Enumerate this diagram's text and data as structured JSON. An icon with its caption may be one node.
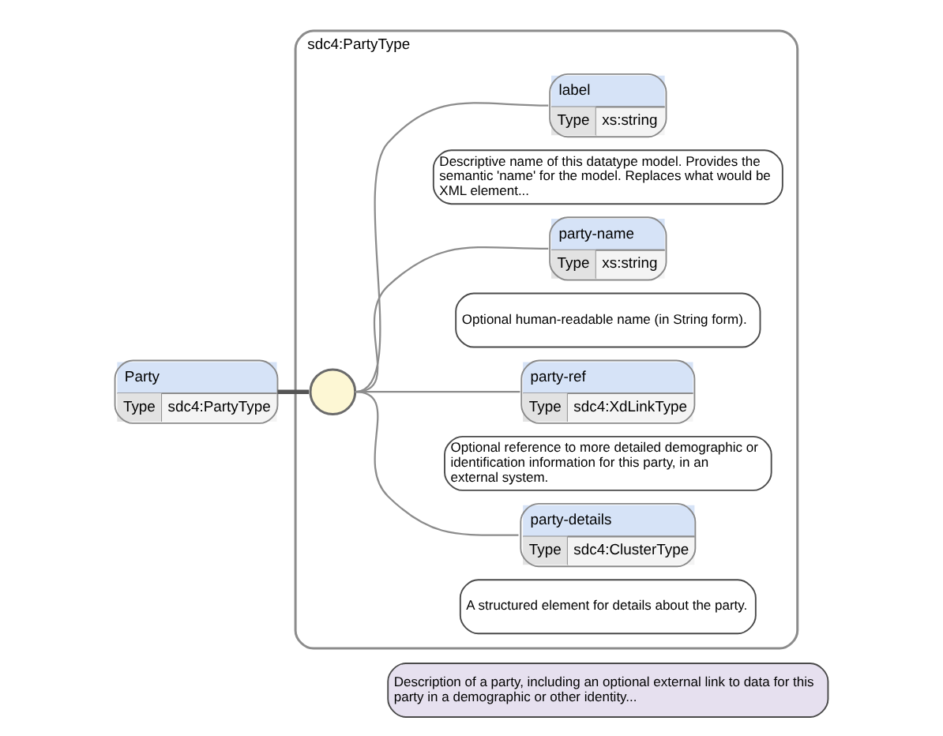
{
  "diagram": {
    "nodes": [
      {
        "text": [
          "Party",
          "Type",
          "sdc4:PartyType"
        ]
      },
      {
        "text": [
          "sdc4:PartyType"
        ]
      },
      {
        "text": [],
        "shape": "circle",
        "in": 1
      },
      {
        "text": [
          "label",
          "Type",
          "xs:string"
        ],
        "in": 1
      },
      {
        "text": [
          "Descriptive name of this datatype model. Provides the semantic 'name' for the model. Replaces what would be XML element..."
        ],
        "in": 1
      },
      {
        "text": [
          "party-name",
          "Type",
          "xs:string"
        ],
        "in": 1
      },
      {
        "text": [
          "Optional human-readable name (in String form)."
        ],
        "in": 1
      },
      {
        "text": [
          "party-ref",
          "Type",
          "sdc4:XdLinkType"
        ],
        "in": 1
      },
      {
        "text": [
          "Optional reference to more detailed demographic or identification information for this party, in an external system."
        ],
        "in": 1
      },
      {
        "text": [
          "party-details",
          "Type",
          "sdc4:ClusterType"
        ],
        "in": 1
      },
      {
        "text": [
          "A structured element for details about the party."
        ],
        "in": 1
      },
      {
        "text": [
          "Description of a party, including an optional external link to data for this party in a demographic or other identity..."
        ]
      }
    ],
    "edges": [
      {
        "from": 0,
        "to": 2,
        "arrow": "none",
        "style": "thick",
        "color": "#555555"
      },
      {
        "from": 2,
        "to": 3,
        "arrow": "none"
      },
      {
        "from": 2,
        "to": 5,
        "arrow": "none"
      },
      {
        "from": 2,
        "to": 7,
        "arrow": "none"
      },
      {
        "from": 2,
        "to": 9,
        "arrow": "none"
      }
    ]
  }
}
